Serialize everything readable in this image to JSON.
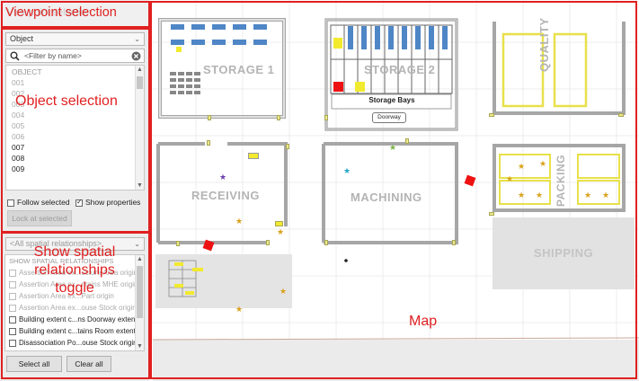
{
  "viewpoint": {
    "header_text": "Viewpoint selection"
  },
  "object_panel": {
    "type_dropdown": "Object",
    "filter_placeholder": "<Filter by name>",
    "list_header": "OBJECT",
    "items": [
      "001",
      "002",
      "003",
      "004",
      "005",
      "006",
      "007",
      "008",
      "009"
    ],
    "follow_selected_label": "Follow selected",
    "follow_selected": false,
    "show_properties_label": "Show properties",
    "show_properties": true,
    "lock_button": "Lock at selected"
  },
  "relationships_panel": {
    "dropdown": "<All spatial relationships>",
    "section_header": "SHOW SPATIAL RELATIONSHIPS",
    "items": [
      "Assertion Area ex...ucture Area origin",
      "Assertion Area ex...ntains MHE origin",
      "Assertion Area ex...Part origin",
      "Assertion Area ex...ouse Stock origin",
      "Building extent c...ns Doorway extent",
      "Building extent c...tains Room extent",
      "Disassociation Po...ouse Stock origin"
    ],
    "select_all": "Select all",
    "clear_all": "Clear all"
  },
  "map": {
    "rooms": {
      "storage1": "STORAGE 1",
      "storage2": "STORAGE 2",
      "storage_bays": "Storage Bays",
      "doorway": "Doorway",
      "quality": "QUALITY",
      "receiving": "RECEIVING",
      "machining": "MACHINING",
      "packing": "PACKING",
      "shipping": "SHIPPING"
    },
    "colors": {
      "annotation_red": "#e02020",
      "wall": "#a8a8a8",
      "rack_blue": "#4f86c6",
      "highlight_yellow": "#f2ea2e"
    }
  },
  "annotations": {
    "viewpoint_selection": "Viewpoint selection",
    "object_selection": "Object selection",
    "relationships_toggle_line1": "Show spatial",
    "relationships_toggle_line2": "relationships",
    "relationships_toggle_line3": "toggle",
    "map": "Map"
  }
}
